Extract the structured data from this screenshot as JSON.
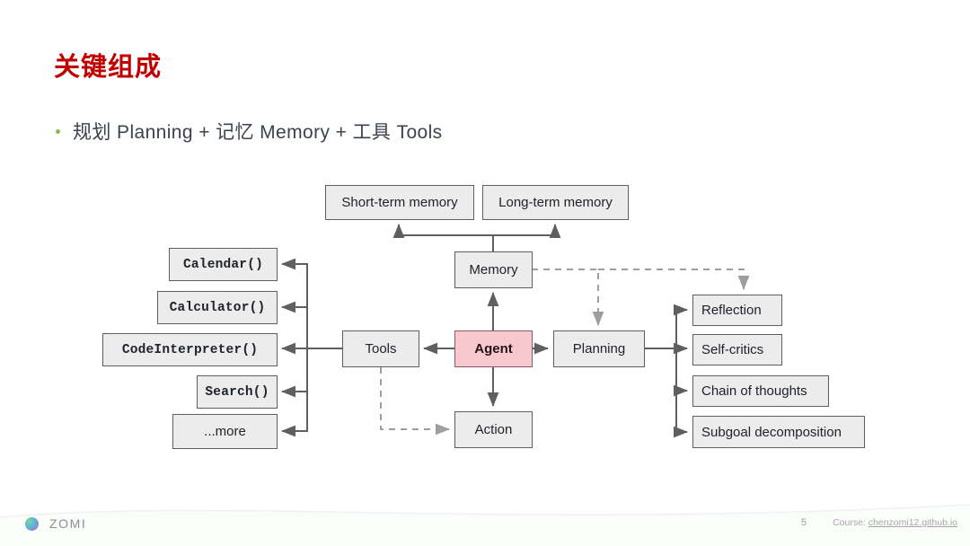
{
  "slide": {
    "title": "关键组成",
    "bullet": "规划 Planning + 记忆 Memory  + 工具 Tools",
    "title_color": "#c00000",
    "bullet_dot_color": "#8ab94f"
  },
  "diagram": {
    "center": {
      "label": "Agent",
      "fill": "#f7c8ce",
      "text_color": "#231215"
    },
    "memory": {
      "label": "Memory"
    },
    "memory_children": [
      {
        "label": "Short-term memory"
      },
      {
        "label": "Long-term memory"
      }
    ],
    "tools": {
      "label": "Tools"
    },
    "tool_items": [
      {
        "label": "Calendar()",
        "mono": true
      },
      {
        "label": "Calculator()",
        "mono": true
      },
      {
        "label": "CodeInterpreter()",
        "mono": true
      },
      {
        "label": "Search()",
        "mono": true
      },
      {
        "label": "...more",
        "mono": false
      }
    ],
    "planning": {
      "label": "Planning"
    },
    "planning_items": [
      {
        "label": "Reflection"
      },
      {
        "label": "Self-critics"
      },
      {
        "label": "Chain of thoughts"
      },
      {
        "label": "Subgoal decomposition"
      }
    ],
    "action": {
      "label": "Action"
    },
    "node_fill": "#ececec",
    "node_border": "#5f5f5f",
    "edge_color": "#5f5f5f",
    "dashed_edge_color": "#9e9e9e"
  },
  "footer": {
    "logo_text": "ZOMI",
    "page_number": "5",
    "course_label": "Course:",
    "course_link": "chenzomi12.github.io"
  }
}
